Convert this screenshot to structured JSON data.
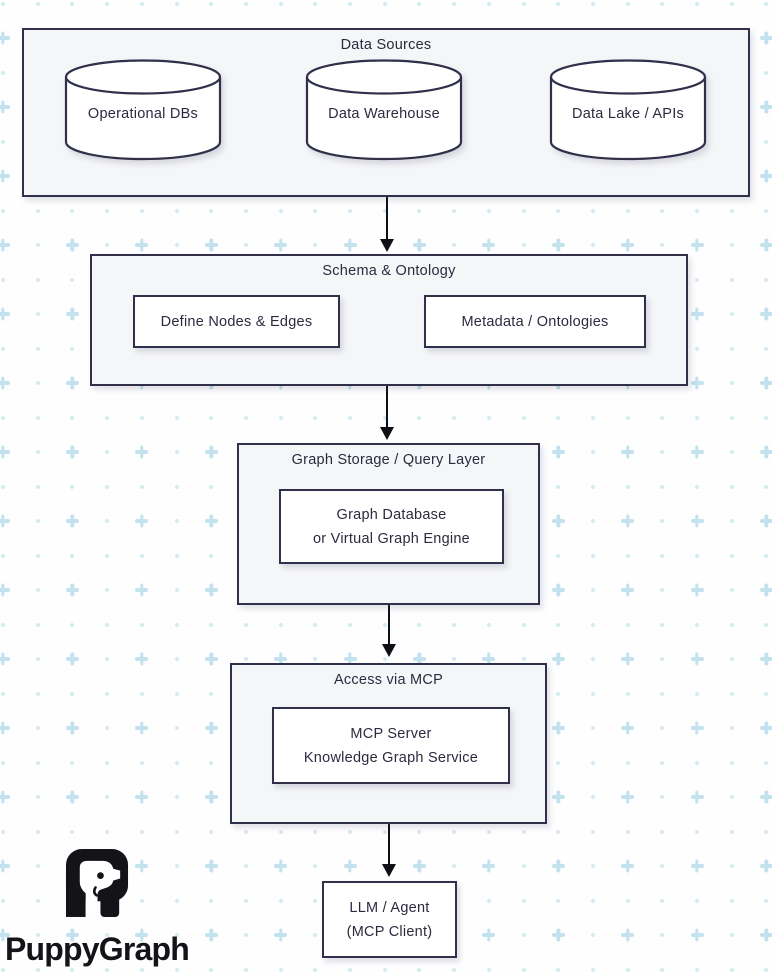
{
  "colors": {
    "ink": "#30304a",
    "text": "#2b2b40",
    "panel_fill": "#f5f6f8",
    "node_fill": "#ffffff",
    "arrow": "#0f0f16",
    "pattern_plus": "#c3e2ee",
    "pattern_dot": "#d5ebf3",
    "logo_black": "#141418"
  },
  "diagram": {
    "data_sources": {
      "title": "Data Sources",
      "cylinders": [
        {
          "label": "Operational DBs"
        },
        {
          "label": "Data Warehouse"
        },
        {
          "label": "Data Lake / APIs"
        }
      ]
    },
    "schema": {
      "title": "Schema & Ontology",
      "items": [
        {
          "label": "Define Nodes & Edges"
        },
        {
          "label": "Metadata / Ontologies"
        }
      ]
    },
    "graph_storage": {
      "title": "Graph Storage / Query Layer",
      "inner": {
        "line1": "Graph Database",
        "line2": "or Virtual Graph Engine"
      }
    },
    "access_mcp": {
      "title": "Access via MCP",
      "inner": {
        "line1": "MCP Server",
        "line2": "Knowledge Graph Service"
      }
    },
    "llm_client": {
      "line1": "LLM / Agent",
      "line2": "(MCP Client)"
    }
  },
  "branding": {
    "wordmark": "PuppyGraph"
  }
}
